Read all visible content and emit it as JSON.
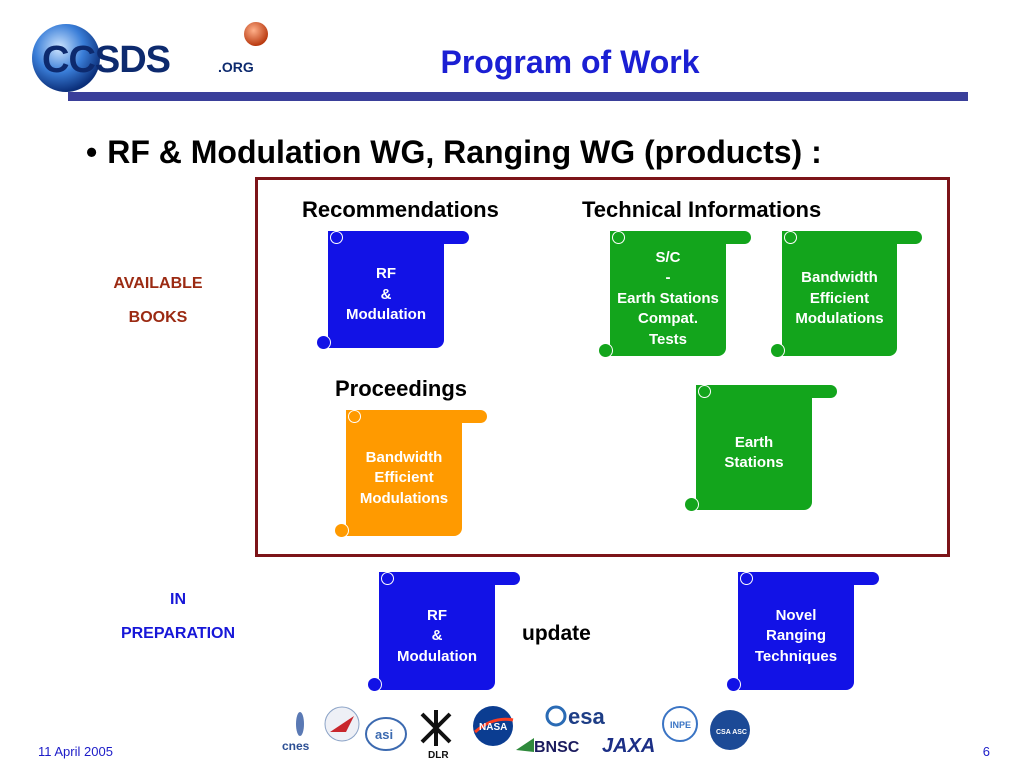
{
  "header": {
    "logo_text": "CCSDS",
    "logo_suffix": ".ORG",
    "title": "Program of Work"
  },
  "bullet": {
    "marker": "•",
    "text": "RF & Modulation WG, Ranging WG (products) :"
  },
  "headings": {
    "recommendations": "Recommendations",
    "technical_informations": "Technical Informations",
    "proceedings": "Proceedings"
  },
  "side_labels": {
    "available_line1": "AVAILABLE",
    "available_line2": "BOOKS",
    "prep_line1": "IN",
    "prep_line2": "PREPARATION"
  },
  "books": {
    "rec_rf": {
      "lines": [
        "RF",
        "&",
        "Modulation"
      ],
      "color": "#1212e6"
    },
    "tech_sc": {
      "lines": [
        "S/C",
        "-",
        "Earth Stations",
        "Compat.",
        "Tests"
      ],
      "color": "#13a51c"
    },
    "tech_bw": {
      "lines": [
        "Bandwidth",
        "Efficient",
        "Modulations"
      ],
      "color": "#13a51c"
    },
    "proc_bw": {
      "lines": [
        "Bandwidth",
        "Efficient",
        "Modulations"
      ],
      "color": "#ff9a00"
    },
    "tech_es": {
      "lines": [
        "Earth",
        "Stations"
      ],
      "color": "#13a51c"
    },
    "prep_rf": {
      "lines": [
        "RF",
        "&",
        "Modulation"
      ],
      "color": "#1212e6"
    },
    "prep_novel": {
      "lines": [
        "Novel",
        "Ranging",
        "Techniques"
      ],
      "color": "#1212e6"
    }
  },
  "update_label": "update",
  "footer": {
    "date": "11 April 2005",
    "page": "6",
    "agencies": [
      "cnes",
      "asi",
      "DLR",
      "NASA",
      "esa",
      "BNSC",
      "JAXA",
      "INPE",
      "CSA ASC"
    ]
  },
  "colors": {
    "title_blue": "#1b1fd3",
    "rule": "#3a3f9a",
    "frame": "#7c1418",
    "available_label": "#9b2a12",
    "prep_label": "#1717d8"
  }
}
